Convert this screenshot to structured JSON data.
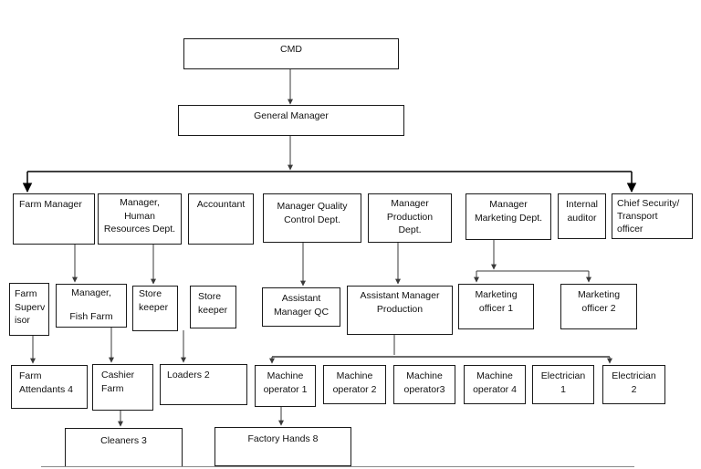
{
  "nodes": {
    "cmd": "CMD",
    "general_manager": "General Manager",
    "farm_manager": "Farm Manager",
    "hr_manager": "Manager,\nHuman\nResources Dept.",
    "accountant": "Accountant",
    "qc_manager": "Manager Quality\nControl Dept.",
    "production_manager": "Manager\nProduction\nDept.",
    "marketing_manager": "Manager\nMarketing Dept.",
    "internal_auditor": "Internal\nauditor",
    "chief_security": "Chief Security/\nTransport\nofficer",
    "farm_supervisor": "Farm\nSuperv\nisor",
    "fish_farm_manager": "Manager,\n\nFish Farm",
    "store_keeper_1": "Store\nkeeper",
    "store_keeper_2": "Store\nkeeper",
    "assistant_qc": "Assistant\nManager QC",
    "assistant_production": "Assistant Manager\nProduction",
    "marketing_officer_1": "Marketing\nofficer 1",
    "marketing_officer_2": "Marketing\nofficer 2",
    "farm_attendants": "Farm\nAttendants  4",
    "cashier_farm": "Cashier\nFarm",
    "loaders": "Loaders 2",
    "machine_operator_1": "Machine\noperator 1",
    "machine_operator_2": "Machine\noperator 2",
    "machine_operator_3": "Machine\noperator3",
    "machine_operator_4": "Machine\noperator 4",
    "electrician_1": "Electrician\n1",
    "electrician_2": "Electrician\n2",
    "cleaners": "Cleaners 3",
    "factory_hands": "Factory Hands 8"
  },
  "colors": {
    "line": "#3a3a3a",
    "border": "#1a1a1a"
  }
}
